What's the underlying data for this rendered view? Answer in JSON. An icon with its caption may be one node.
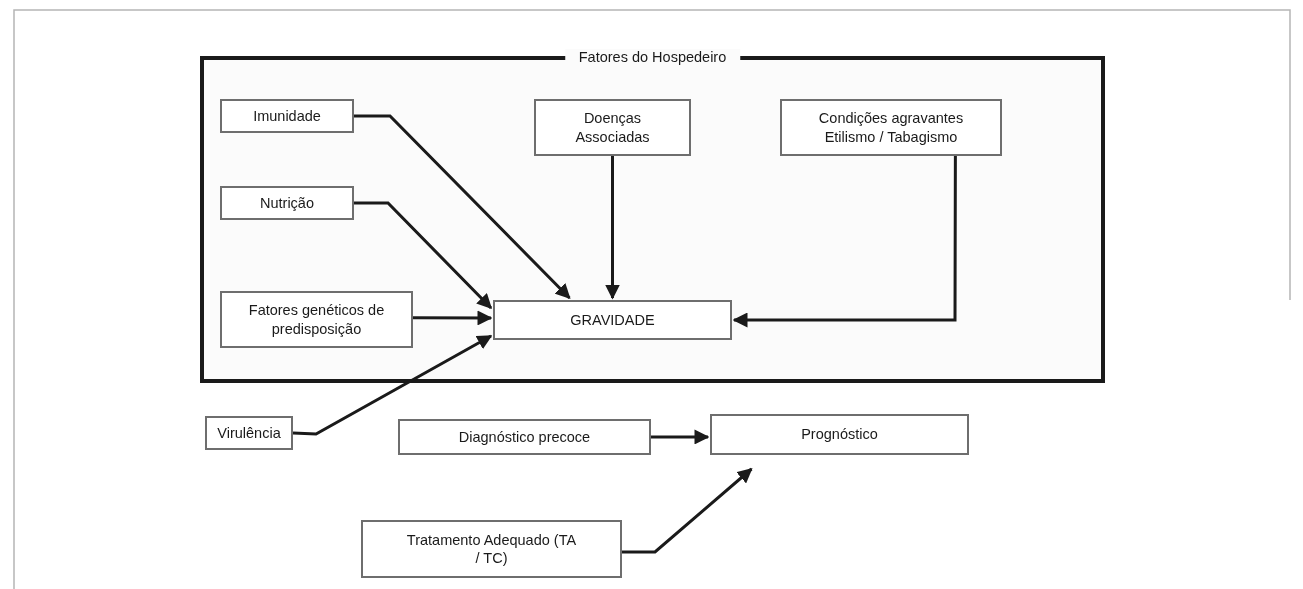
{
  "diagram": {
    "nodes": [
      {
        "text": [
          "Fatores do Hospedeiro"
        ]
      },
      {
        "text": [
          "Imunidade"
        ],
        "in": 0
      },
      {
        "text": [
          "Doenças Associadas"
        ],
        "in": 0
      },
      {
        "text": [
          "Condições agravantes Etilismo / Tabagismo"
        ],
        "in": 0
      },
      {
        "text": [
          "Nutrição"
        ],
        "in": 0
      },
      {
        "text": [
          "Fatores genéticos de predisposição"
        ],
        "in": 0
      },
      {
        "text": [
          "GRAVIDADE"
        ],
        "in": 0
      },
      {
        "text": [
          "Virulência"
        ]
      },
      {
        "text": [
          "Diagnóstico precoce"
        ]
      },
      {
        "text": [
          "Prognóstico"
        ]
      },
      {
        "text": [
          "Tratamento Adequado (TA / TC)"
        ]
      }
    ],
    "edges": [
      {
        "from": 1,
        "to": 6,
        "arrow": "to"
      },
      {
        "from": 2,
        "to": 6,
        "arrow": "to"
      },
      {
        "from": 3,
        "to": 6,
        "arrow": "to"
      },
      {
        "from": 4,
        "to": 6,
        "arrow": "to"
      },
      {
        "from": 5,
        "to": 6,
        "arrow": "to"
      },
      {
        "from": 7,
        "to": 6,
        "arrow": "to"
      },
      {
        "from": 8,
        "to": 9,
        "arrow": "to"
      },
      {
        "from": 10,
        "to": 9,
        "arrow": "to"
      }
    ]
  }
}
